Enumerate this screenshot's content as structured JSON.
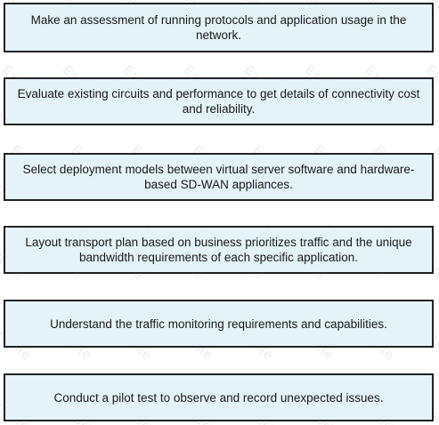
{
  "steps": [
    {
      "text": "Make an assessment of running protocols and application usage in the network."
    },
    {
      "text": "Evaluate existing circuits and performance to get details of connectivity cost and reliability."
    },
    {
      "text": "Select deployment models between virtual server software and hardware-based SD-WAN appliances."
    },
    {
      "text": "Layout transport plan based on business prioritizes traffic and the unique bandwidth requirements of each specific application."
    },
    {
      "text": "Understand the traffic monitoring requirements and capabilities."
    },
    {
      "text": "Conduct a pilot test to observe and record unexpected issues."
    }
  ],
  "watermark": {
    "text": "ExamsBrite"
  },
  "colors": {
    "box_fill": "#e4f3f8",
    "box_border": "#222222",
    "text": "#1a1a1a"
  }
}
